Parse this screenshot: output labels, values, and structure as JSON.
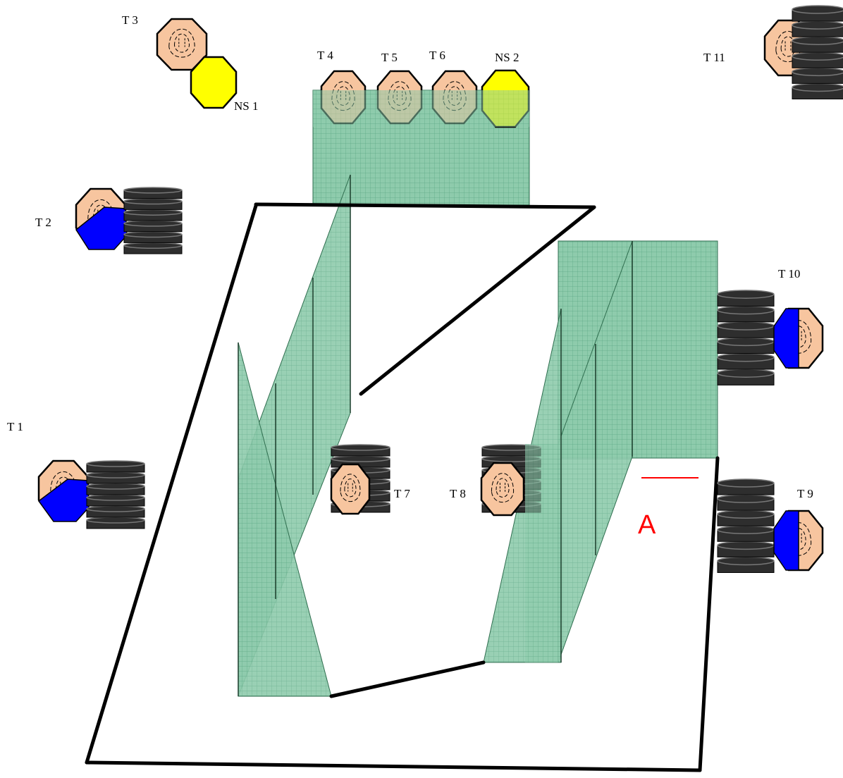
{
  "labels": {
    "t1": "T 1",
    "t2": "T 2",
    "t3": "T 3",
    "t4": "T 4",
    "t5": "T 5",
    "t6": "T 6",
    "t7": "T 7",
    "t8": "T 8",
    "t9": "T 9",
    "t10": "T 10",
    "t11": "T 11",
    "ns1": "NS 1",
    "ns2": "NS 2",
    "a": "A"
  },
  "colors": {
    "panel_fill": "#8ecbac",
    "panel_grid": "#4fa07a",
    "skin": "#f7c59f",
    "yellow": "#ffff00",
    "blue": "#0000ff",
    "disk": "#2e2e2e",
    "marker": "#ff0000",
    "outline": "#000000"
  },
  "icons": {
    "person": "octagon-face-icon",
    "nonstrategic": "yellow-octagon-icon",
    "database": "disk-stack-icon",
    "shield": "blue-half-octagon-icon"
  }
}
